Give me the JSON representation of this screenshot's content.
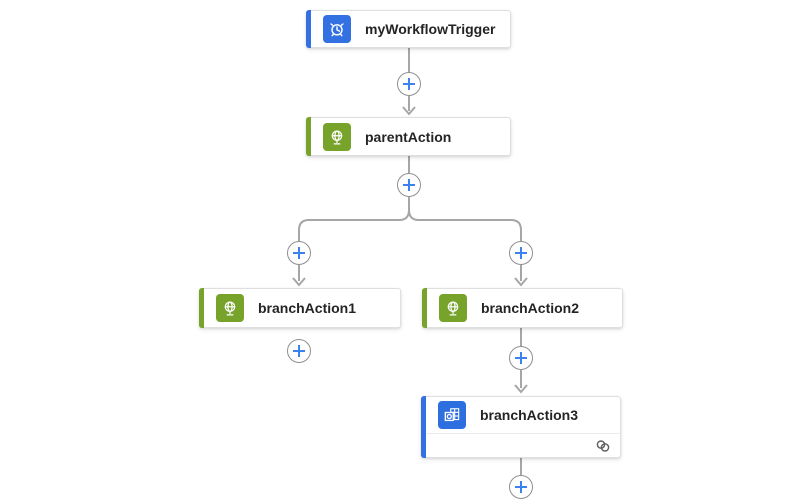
{
  "app": {
    "name": "workflow-designer-canvas"
  },
  "diagram": {
    "background": "#FFFFFF",
    "connector_color": "#A6A6A6",
    "plus_icon_color": "#3B82F0",
    "card_text_color": "#242424",
    "nodes": [
      {
        "id": "myWorkflowTrigger",
        "label": "myWorkflowTrigger",
        "kind": "trigger",
        "icon": "recurrence-clock-icon",
        "accent_color": "#3371E3"
      },
      {
        "id": "parentAction",
        "label": "parentAction",
        "kind": "action",
        "icon": "globe-icon",
        "accent_color": "#77A32B"
      },
      {
        "id": "branchAction1",
        "label": "branchAction1",
        "kind": "action",
        "icon": "globe-icon",
        "accent_color": "#77A32B"
      },
      {
        "id": "branchAction2",
        "label": "branchAction2",
        "kind": "action",
        "icon": "globe-icon",
        "accent_color": "#77A32B"
      },
      {
        "id": "branchAction3",
        "label": "branchAction3",
        "kind": "action",
        "icon": "outlook-icon",
        "accent_color": "#2E6FE0",
        "footer_icon": "connection-link-icon"
      }
    ],
    "add_step_buttons": 7
  }
}
